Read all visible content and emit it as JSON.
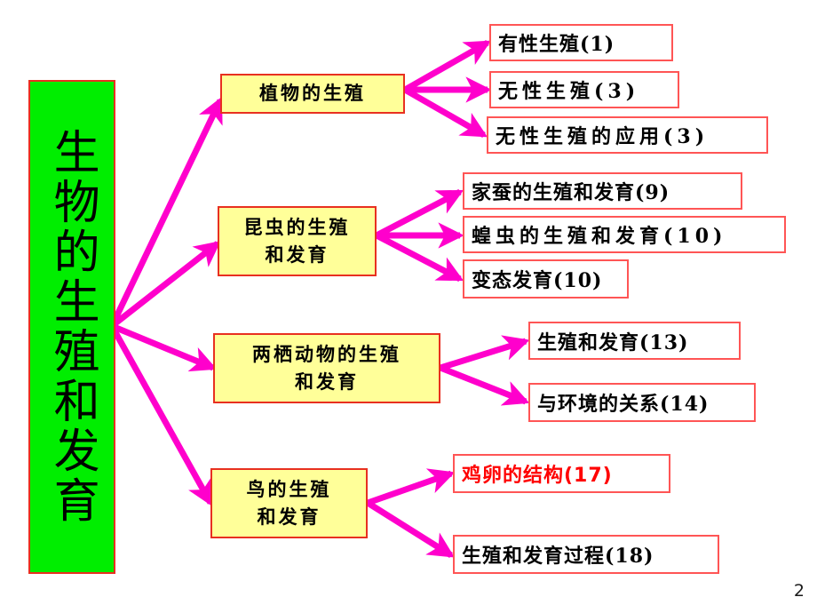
{
  "slide": {
    "page_number": "2",
    "background_color": "#ffffff",
    "arrow_color": "#ff00cc",
    "root_fill": "#00ee00",
    "category_fill": "#ffff99",
    "leaf_border": "#ff5555",
    "highlight_color": "#ff0000"
  },
  "root": {
    "label": "生物的生殖和发育"
  },
  "branches": [
    {
      "id": "plant",
      "label": "植物的生殖",
      "leaves": [
        {
          "label": "有性生殖(1)"
        },
        {
          "label": "无性生殖(3)"
        },
        {
          "label": "无性生殖的应用(3)"
        }
      ]
    },
    {
      "id": "insect",
      "label": "昆虫的生殖\n和发育",
      "leaves": [
        {
          "label": "家蚕的生殖和发育(9)"
        },
        {
          "label": "蝗虫的生殖和发育(10)"
        },
        {
          "label": "变态发育(10)"
        }
      ]
    },
    {
      "id": "amphibian",
      "label": "两栖动物的生殖\n和发育",
      "leaves": [
        {
          "label": "生殖和发育(13)"
        },
        {
          "label": "与环境的关系(14)"
        }
      ]
    },
    {
      "id": "bird",
      "label": "鸟的生殖\n和发育",
      "leaves": [
        {
          "label": "鸡卵的结构(17)"
        },
        {
          "label": "生殖和发育过程(18)"
        }
      ]
    }
  ]
}
